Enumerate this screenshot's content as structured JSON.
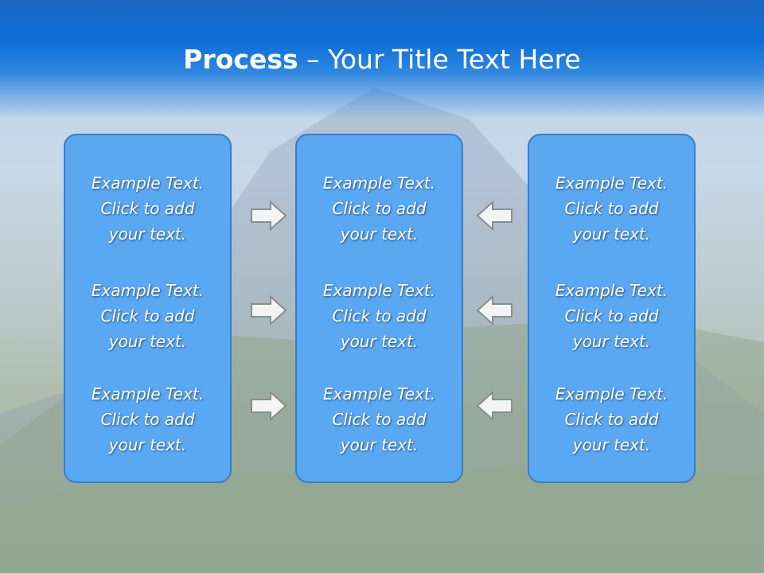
{
  "title": {
    "bold": "Process",
    "rest": " – Your Title Text Here"
  },
  "columns": [
    {
      "items": [
        [
          "Example Text.",
          "Click  to add",
          "your text."
        ],
        [
          "Example Text.",
          "Click  to add",
          "your text."
        ],
        [
          "Example Text.",
          "Click  to add",
          "your text."
        ]
      ]
    },
    {
      "items": [
        [
          "Example Text.",
          "Click  to add",
          "your text."
        ],
        [
          "Example Text.",
          "Click  to add",
          "your text."
        ],
        [
          "Example Text.",
          "Click  to add",
          "your text."
        ]
      ]
    },
    {
      "items": [
        [
          "Example Text.",
          "Click  to add",
          "your text."
        ],
        [
          "Example Text.",
          "Click  to add",
          "your text."
        ],
        [
          "Example Text.",
          "Click  to add",
          "your text."
        ]
      ]
    }
  ],
  "icons": {
    "left_arrows": "right-arrow-icon",
    "right_arrows": "left-arrow-icon"
  },
  "colors": {
    "header_blue": "#0d6fd8",
    "box_fill": "#5aa7f2",
    "box_border": "#3b7cc7",
    "text": "#ffffff"
  }
}
